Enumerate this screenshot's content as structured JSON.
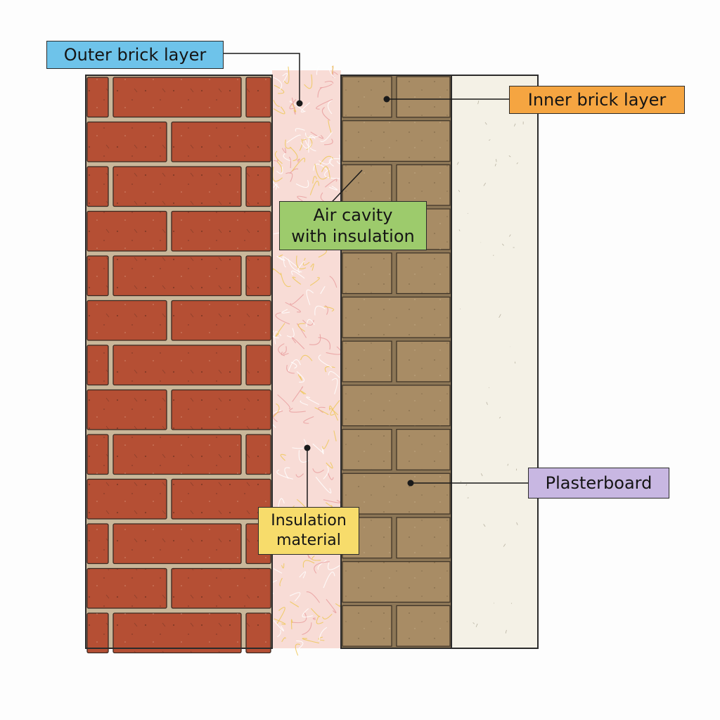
{
  "labels": {
    "outer_brick": "Outer brick layer",
    "inner_brick": "Inner brick layer",
    "air_cavity": "Air cavity\nwith insulation",
    "insulation": "Insulation\nmaterial",
    "plasterboard": "Plasterboard"
  },
  "colors": {
    "outer_brick": "#b54f34",
    "outer_mortar": "#c9b79a",
    "inner_block": "#a88c65",
    "inner_mortar": "#8c7656",
    "cavity": "#f8dcd6",
    "insulation_fiber_pink": "#e9a0a0",
    "insulation_fiber_yellow": "#efc85a",
    "plasterboard": "#f4f1e6",
    "outline": "#2b2b2b",
    "label_outer_bg": "#6ec3ea",
    "label_inner_bg": "#f5a541",
    "label_air_bg": "#9dcb6c",
    "label_insul_bg": "#f7dc6b",
    "label_plaster_bg": "#c8b7e2"
  }
}
